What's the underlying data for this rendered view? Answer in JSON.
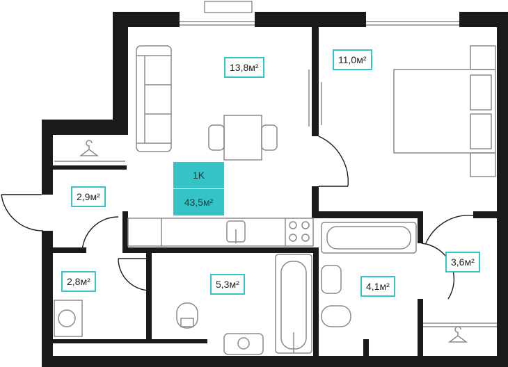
{
  "apartment": {
    "type": "1K",
    "total_area": "43,5м²"
  },
  "rooms": [
    {
      "name": "living-kitchen",
      "area": "13,8м²"
    },
    {
      "name": "bedroom",
      "area": "11,0м²"
    },
    {
      "name": "hallway",
      "area": "2,9м²"
    },
    {
      "name": "utility",
      "area": "2,8м²"
    },
    {
      "name": "bathroom",
      "area": "5,3м²"
    },
    {
      "name": "toilet-bath",
      "area": "4,1м²"
    },
    {
      "name": "wardrobe",
      "area": "3,6м²"
    }
  ],
  "colors": {
    "wall": "#1a1a1a",
    "furniture": "#8a8a8a",
    "accent": "#34c3c6"
  }
}
